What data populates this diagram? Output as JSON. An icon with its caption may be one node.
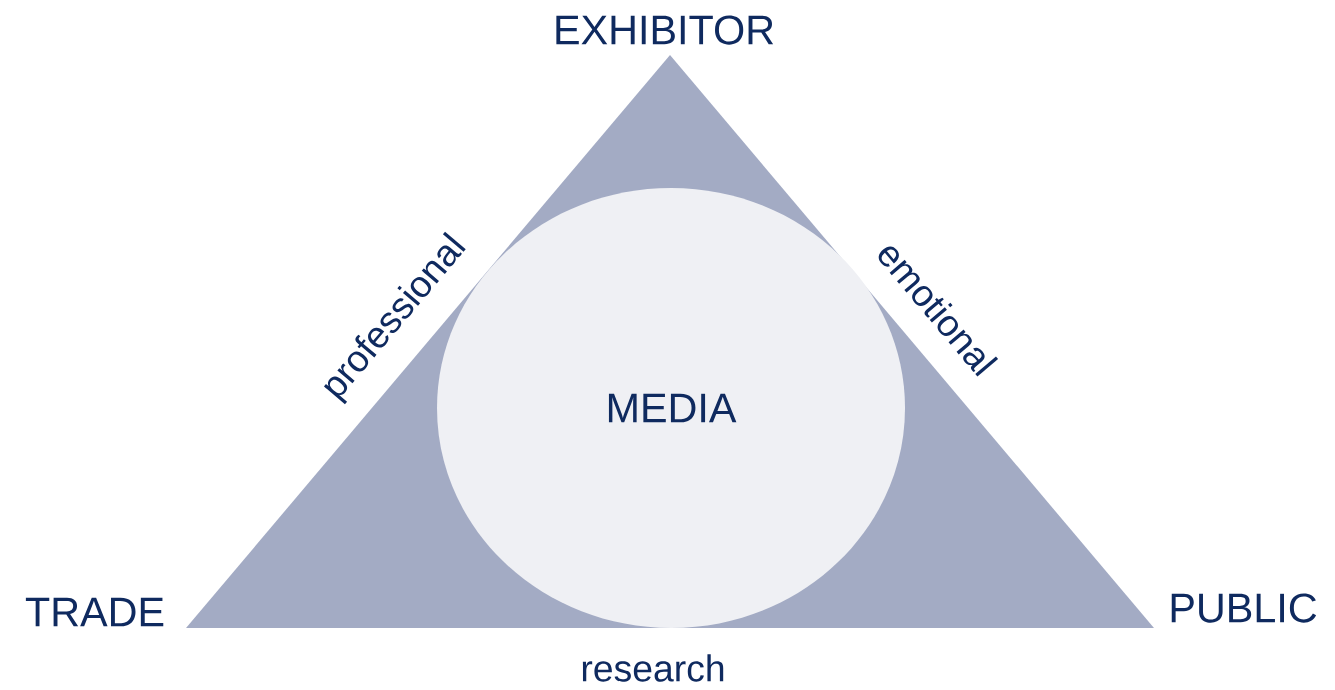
{
  "diagram": {
    "nodes": [
      {
        "text": [],
        "shape": "triangle"
      },
      {
        "text": [
          "MEDIA"
        ],
        "in": 0
      }
    ],
    "labels": [
      "EXHIBITOR",
      "professional",
      "emotional",
      "TRADE",
      "PUBLIC",
      "research"
    ]
  }
}
